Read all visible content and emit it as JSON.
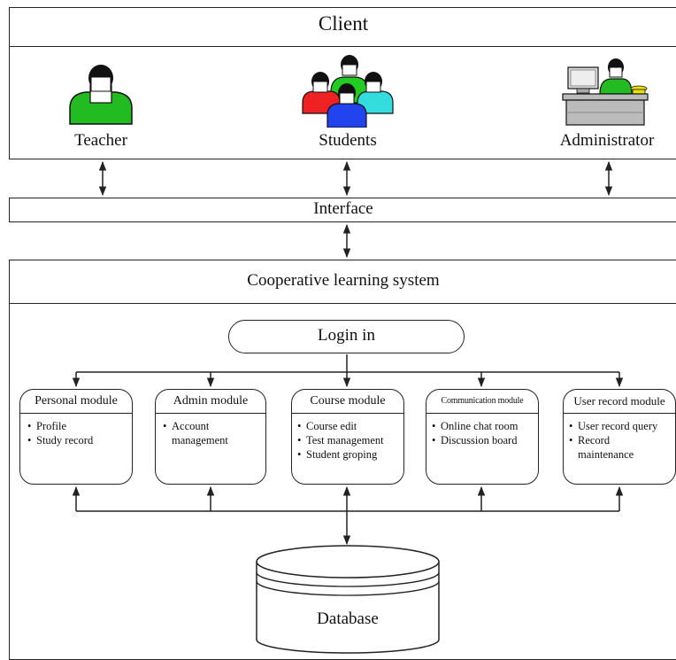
{
  "client": {
    "title": "Client"
  },
  "actors": [
    {
      "name": "teacher",
      "label": "Teacher"
    },
    {
      "name": "students",
      "label": "Students"
    },
    {
      "name": "administrator",
      "label": "Administrator"
    }
  ],
  "interface": {
    "label": "Interface"
  },
  "system": {
    "title": "Cooperative learning system"
  },
  "login": {
    "label": "Login in"
  },
  "modules": [
    {
      "title": "Personal module",
      "items": [
        "Profile",
        "Study record"
      ]
    },
    {
      "title": "Admin module",
      "items": [
        "Account management"
      ]
    },
    {
      "title": "Course module",
      "items": [
        "Course edit",
        "Test management",
        "Student groping"
      ]
    },
    {
      "title": "Communication module",
      "items": [
        "Online chat room",
        "Discussion board"
      ]
    },
    {
      "title": "User record module",
      "items": [
        "User record query",
        "Record maintenance"
      ]
    }
  ],
  "database": {
    "label": "Database"
  },
  "colors": {
    "line": "#222222",
    "teacher": "#22bb22",
    "student_red": "#ee2222",
    "student_green": "#22cc22",
    "student_cyan": "#33dddd",
    "student_blue": "#2244ee",
    "desk": "#bbbbbb"
  }
}
